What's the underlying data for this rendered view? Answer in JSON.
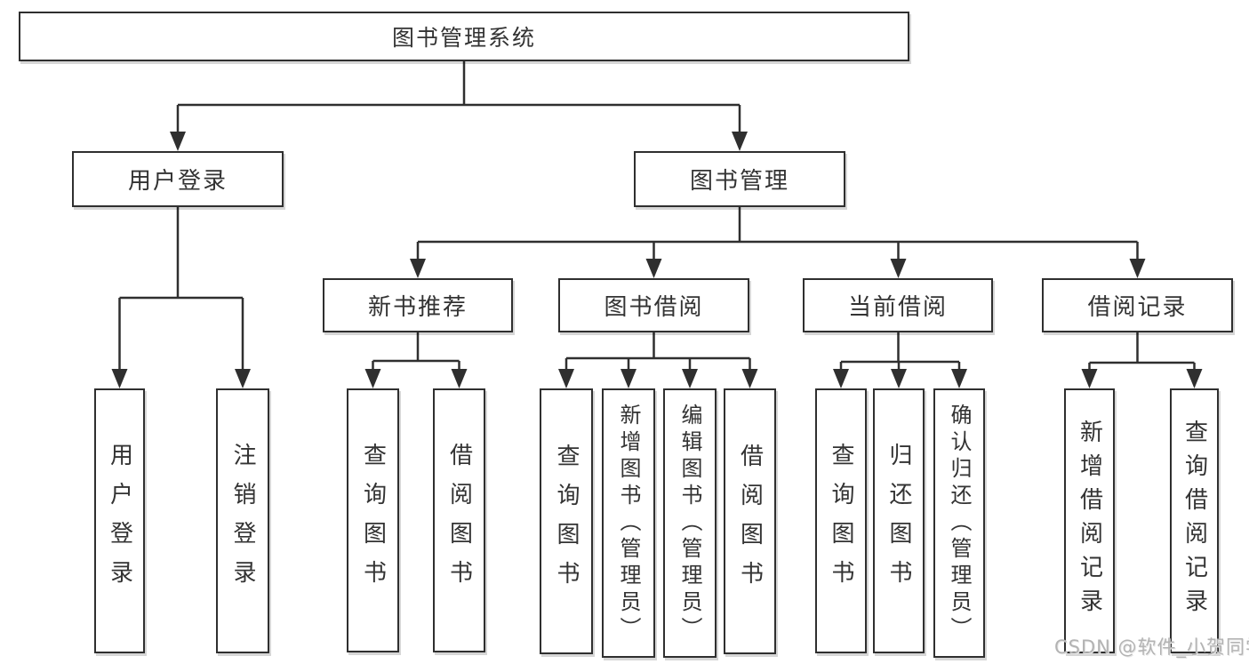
{
  "root": {
    "label": "图书管理系统"
  },
  "branches": {
    "user_login": {
      "label": "用户登录",
      "leaves": [
        {
          "label": "用户登录"
        },
        {
          "label": "注销登录"
        }
      ]
    },
    "book_management": {
      "label": "图书管理",
      "sections": [
        {
          "label": "新书推荐",
          "leaves": [
            {
              "label": "查询图书"
            },
            {
              "label": "借阅图书"
            }
          ]
        },
        {
          "label": "图书借阅",
          "leaves": [
            {
              "label": "查询图书"
            },
            {
              "label": "新增图书（管理员）"
            },
            {
              "label": "编辑图书（管理员）"
            },
            {
              "label": "借阅图书"
            }
          ]
        },
        {
          "label": "当前借阅",
          "leaves": [
            {
              "label": "查询图书"
            },
            {
              "label": "归还图书"
            },
            {
              "label": "确认归还（管理员）"
            }
          ]
        },
        {
          "label": "借阅记录",
          "leaves": [
            {
              "label": "新增借阅记录"
            },
            {
              "label": "查询借阅记录"
            }
          ]
        }
      ]
    }
  },
  "watermark": {
    "text": "CSDN @软件_小贺同学"
  },
  "colors": {
    "line": "#2f2f2f",
    "text": "#333333",
    "box_background": "#ffffff",
    "watermark": "#b3b3b3",
    "background": "#ffffff"
  }
}
